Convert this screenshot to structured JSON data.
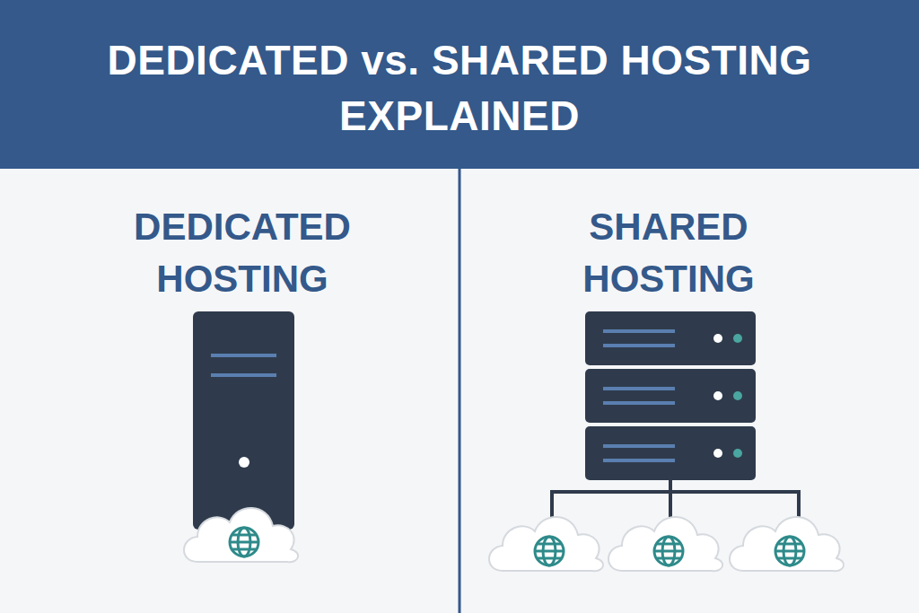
{
  "diagram": {
    "title": "DEDICATED vs. SHARED HOSTING EXPLAINED",
    "labels": [
      "DEDICATED HOSTING",
      "SHARED HOSTING"
    ]
  }
}
